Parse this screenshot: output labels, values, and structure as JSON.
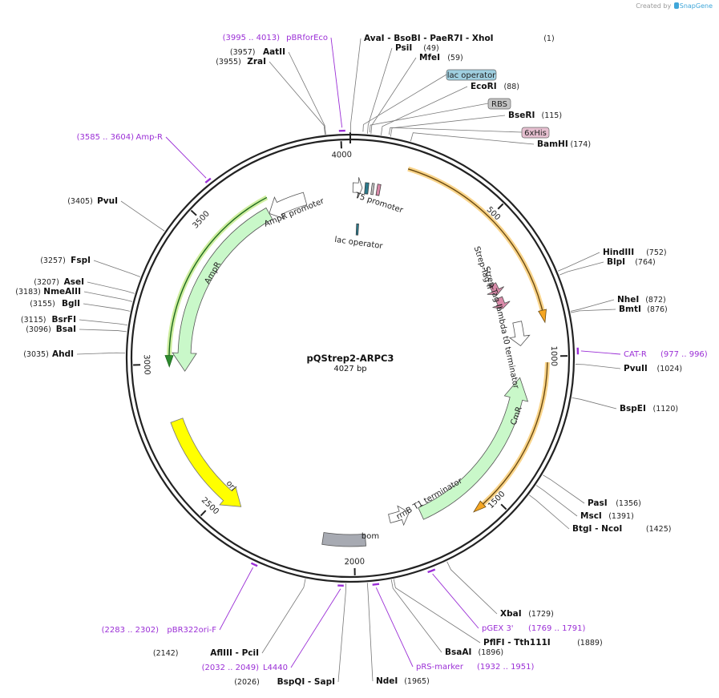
{
  "credit": {
    "prefix": "Created by",
    "brand": "SnapGene"
  },
  "plasmid": {
    "name": "pQStrep2-ARPC3",
    "length_label": "4027 bp",
    "length": 4027
  },
  "ticks": [
    {
      "pos": 500,
      "label": "500"
    },
    {
      "pos": 1000,
      "label": "1000"
    },
    {
      "pos": 1500,
      "label": "1500"
    },
    {
      "pos": 2000,
      "label": "2000"
    },
    {
      "pos": 2500,
      "label": "2500"
    },
    {
      "pos": 3000,
      "label": "3000"
    },
    {
      "pos": 3500,
      "label": "3500"
    },
    {
      "pos": 4000,
      "label": "4000"
    }
  ],
  "sites": [
    {
      "id": "aatii",
      "name": "AatII",
      "pos_label": "(3957)",
      "pos": 3957
    },
    {
      "id": "zrai",
      "name": "ZraI",
      "pos_label": "(3955)",
      "pos": 3955
    },
    {
      "id": "avai",
      "name": "AvaI   - BsoBI   - PaeR7I   - XhoI",
      "pos_label": "(1)",
      "pos": 1
    },
    {
      "id": "psti",
      "name": "PsiI",
      "pos_label": "(49)",
      "pos": 49
    },
    {
      "id": "mfei",
      "name": "MfeI",
      "pos_label": "(59)",
      "pos": 59
    },
    {
      "id": "ecori",
      "name": "EcoRI",
      "pos_label": "(88)",
      "pos": 88
    },
    {
      "id": "bseri",
      "name": "BseRI",
      "pos_label": "(115)",
      "pos": 115
    },
    {
      "id": "bamhi",
      "name": "BamHI",
      "pos_label": "(174)",
      "pos": 174
    },
    {
      "id": "hindiii",
      "name": "HindIII",
      "pos_label": "(752)",
      "pos": 752
    },
    {
      "id": "blpi",
      "name": "BlpI",
      "pos_label": "(764)",
      "pos": 764
    },
    {
      "id": "nhei",
      "name": "NheI",
      "pos_label": "(872)",
      "pos": 872
    },
    {
      "id": "bmti",
      "name": "BmtI",
      "pos_label": "(876)",
      "pos": 876
    },
    {
      "id": "pvuii",
      "name": "PvuII",
      "pos_label": "(1024)",
      "pos": 1024
    },
    {
      "id": "bspei",
      "name": "BspEI",
      "pos_label": "(1120)",
      "pos": 1120
    },
    {
      "id": "pasi",
      "name": "PasI",
      "pos_label": "(1356)",
      "pos": 1356
    },
    {
      "id": "msci",
      "name": "MscI",
      "pos_label": "(1391)",
      "pos": 1391
    },
    {
      "id": "btgi",
      "name": "BtgI   - NcoI",
      "pos_label": "(1425)",
      "pos": 1425
    },
    {
      "id": "xbai",
      "name": "XbaI",
      "pos_label": "(1729)",
      "pos": 1729
    },
    {
      "id": "pflfi",
      "name": "PflFI   - Tth111I",
      "pos_label": "(1889)",
      "pos": 1889
    },
    {
      "id": "bsaai",
      "name": "BsaAI",
      "pos_label": "(1896)",
      "pos": 1896
    },
    {
      "id": "ndei",
      "name": "NdeI",
      "pos_label": "(1965)",
      "pos": 1965
    },
    {
      "id": "bspqi",
      "name": "BspQI   - SapI",
      "pos_label": "(2026)",
      "pos": 2026
    },
    {
      "id": "afliii",
      "name": "AflIII   - PciI",
      "pos_label": "(2142)",
      "pos": 2142
    },
    {
      "id": "ahdi",
      "name": "AhdI",
      "pos_label": "(3035)",
      "pos": 3035
    },
    {
      "id": "bsai",
      "name": "BsaI",
      "pos_label": "(3096)",
      "pos": 3096
    },
    {
      "id": "bsrfi",
      "name": "BsrFI",
      "pos_label": "(3115)",
      "pos": 3115
    },
    {
      "id": "bgli",
      "name": "BglI",
      "pos_label": "(3155)",
      "pos": 3155
    },
    {
      "id": "nmeaiii",
      "name": "NmeAIII",
      "pos_label": "(3183)",
      "pos": 3183
    },
    {
      "id": "asei",
      "name": "AseI",
      "pos_label": "(3207)",
      "pos": 3207
    },
    {
      "id": "fspi",
      "name": "FspI",
      "pos_label": "(3257)",
      "pos": 3257
    },
    {
      "id": "pvui",
      "name": "PvuI",
      "pos_label": "(3405)",
      "pos": 3405
    }
  ],
  "primers": [
    {
      "id": "pbrforeco",
      "name": "pBRforEco",
      "range_label": "(3995 .. 4013)",
      "start": 3995,
      "end": 4013
    },
    {
      "id": "amp-r",
      "name": "Amp-R",
      "range_label": "(3585 .. 3604)",
      "start": 3585,
      "end": 3604
    },
    {
      "id": "cat-r",
      "name": "CAT-R",
      "range_label": "(977 .. 996)",
      "start": 977,
      "end": 996
    },
    {
      "id": "pgex3",
      "name": "pGEX 3'",
      "range_label": "(1769 .. 1791)",
      "start": 1769,
      "end": 1791
    },
    {
      "id": "prs-marker",
      "name": "pRS-marker",
      "range_label": "(1932 .. 1951)",
      "start": 1932,
      "end": 1951
    },
    {
      "id": "l4440",
      "name": "L4440",
      "range_label": "(2032 .. 2049)",
      "start": 2032,
      "end": 2049
    },
    {
      "id": "pbr322ori-f",
      "name": "pBR322ori-F",
      "range_label": "(2283 .. 2302)",
      "start": 2283,
      "end": 2302
    }
  ],
  "tag_labels": [
    {
      "id": "lac-operator",
      "name": "lac operator",
      "color": "#9fcfe0"
    },
    {
      "id": "rbs",
      "name": "RBS",
      "color": "#c4c4c4"
    },
    {
      "id": "6xhis",
      "name": "6xHis",
      "color": "#e6bfd0"
    }
  ],
  "features": [
    {
      "id": "t5-promoter",
      "name": "T5 promoter"
    },
    {
      "id": "lac-operator-inner",
      "name": "lac operator",
      "color": "#2c7a8c"
    },
    {
      "id": "strep-tag-1",
      "name": "Strep-Tag II",
      "color": "#d98aa9"
    },
    {
      "id": "strep-tag-2",
      "name": "Strep-Tag II",
      "color": "#d98aa9"
    },
    {
      "id": "lambda-t0",
      "name": "lambda t0 terminator"
    },
    {
      "id": "cmr",
      "name": "CmR",
      "color": "#c9f8c9"
    },
    {
      "id": "rrnb",
      "name": "rrnB T1 terminator"
    },
    {
      "id": "bom",
      "name": "bom",
      "color": "#a7aab2"
    },
    {
      "id": "ori",
      "name": "ori",
      "color": "#ffff00"
    },
    {
      "id": "ampr",
      "name": "AmpR",
      "color": "#c9f8c9"
    },
    {
      "id": "ampr-promoter",
      "name": "AmpR promoter"
    }
  ],
  "colors": {
    "backbone": "#222222",
    "primer": "#9b2fd6",
    "orange": "#f5a623",
    "green": "#1e7a1e"
  }
}
